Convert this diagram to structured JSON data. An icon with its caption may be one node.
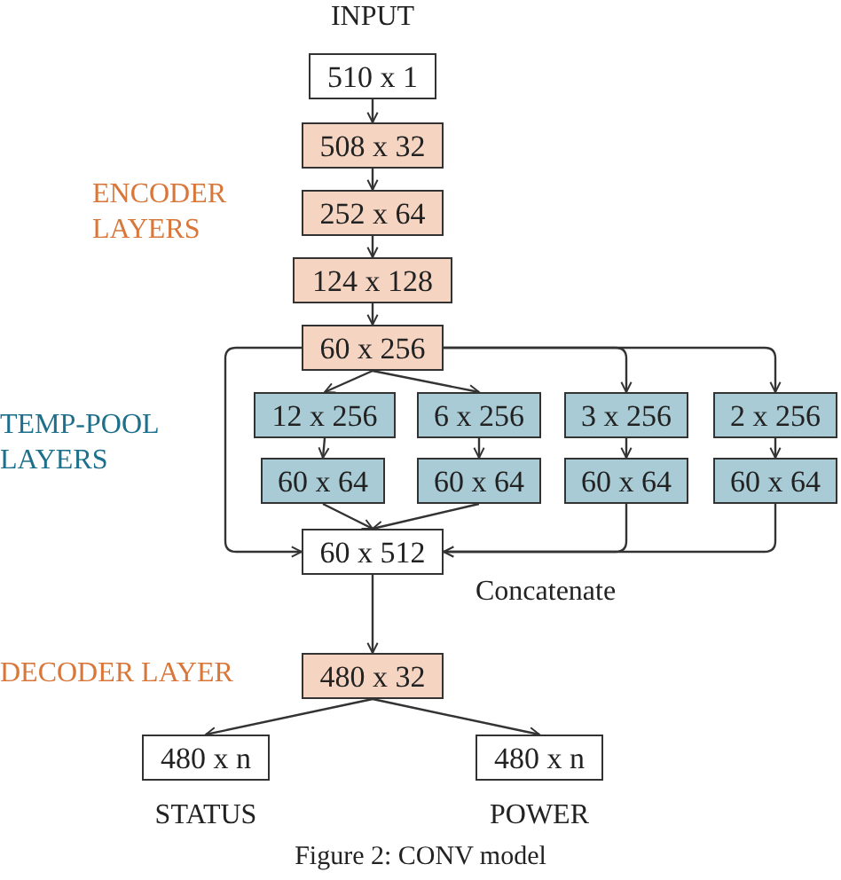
{
  "diagram": {
    "caption": "Figure 2: CONV model",
    "nodes": [
      {
        "text": [
          "510 x 1"
        ],
        "beside": [
          "INPUT"
        ]
      },
      {
        "text": [
          "508 x 32"
        ]
      },
      {
        "text": [
          "252 x 64"
        ]
      },
      {
        "text": [
          "124 x 128"
        ]
      },
      {
        "text": [
          "60 x 256"
        ]
      },
      {
        "text": [
          "12 x 256"
        ]
      },
      {
        "text": [
          "6 x 256"
        ]
      },
      {
        "text": [
          "3 x 256"
        ]
      },
      {
        "text": [
          "2 x 256"
        ]
      },
      {
        "text": [
          "60 x 64"
        ]
      },
      {
        "text": [
          "60 x 64"
        ]
      },
      {
        "text": [
          "60 x 64"
        ]
      },
      {
        "text": [
          "60 x 64"
        ]
      },
      {
        "text": [
          "60 x 512"
        ]
      },
      {
        "text": [
          "480 x 32"
        ]
      },
      {
        "text": [
          "480 x n"
        ],
        "beside": [
          "STATUS"
        ]
      },
      {
        "text": [
          "480 x n"
        ],
        "beside": [
          "POWER"
        ]
      }
    ],
    "edges": [
      {
        "from": 0,
        "to": 1,
        "arrow": "to"
      },
      {
        "from": 1,
        "to": 2,
        "arrow": "to"
      },
      {
        "from": 2,
        "to": 3,
        "arrow": "to"
      },
      {
        "from": 3,
        "to": 4,
        "arrow": "to"
      },
      {
        "from": 4,
        "to": 5,
        "arrow": "to"
      },
      {
        "from": 4,
        "to": 6,
        "arrow": "to"
      },
      {
        "from": 4,
        "to": 7,
        "arrow": "to"
      },
      {
        "from": 4,
        "to": 8,
        "arrow": "to"
      },
      {
        "from": 4,
        "to": 13,
        "arrow": "to"
      },
      {
        "from": 5,
        "to": 9,
        "arrow": "to"
      },
      {
        "from": 6,
        "to": 10,
        "arrow": "to"
      },
      {
        "from": 7,
        "to": 11,
        "arrow": "to"
      },
      {
        "from": 8,
        "to": 12,
        "arrow": "to"
      },
      {
        "from": 9,
        "to": 13,
        "arrow": "to"
      },
      {
        "from": 10,
        "to": 13,
        "arrow": "to"
      },
      {
        "from": 11,
        "to": 13,
        "arrow": "to"
      },
      {
        "from": 12,
        "to": 13,
        "arrow": "to"
      },
      {
        "from": 13,
        "to": 14,
        "arrow": "to"
      },
      {
        "from": 14,
        "to": 15,
        "arrow": "to"
      },
      {
        "from": 14,
        "to": 16,
        "arrow": "to"
      }
    ],
    "labels": [
      "ENCODER LAYERS",
      "TEMP-POOL LAYERS",
      "Concatenate",
      "DECODER LAYER"
    ]
  }
}
